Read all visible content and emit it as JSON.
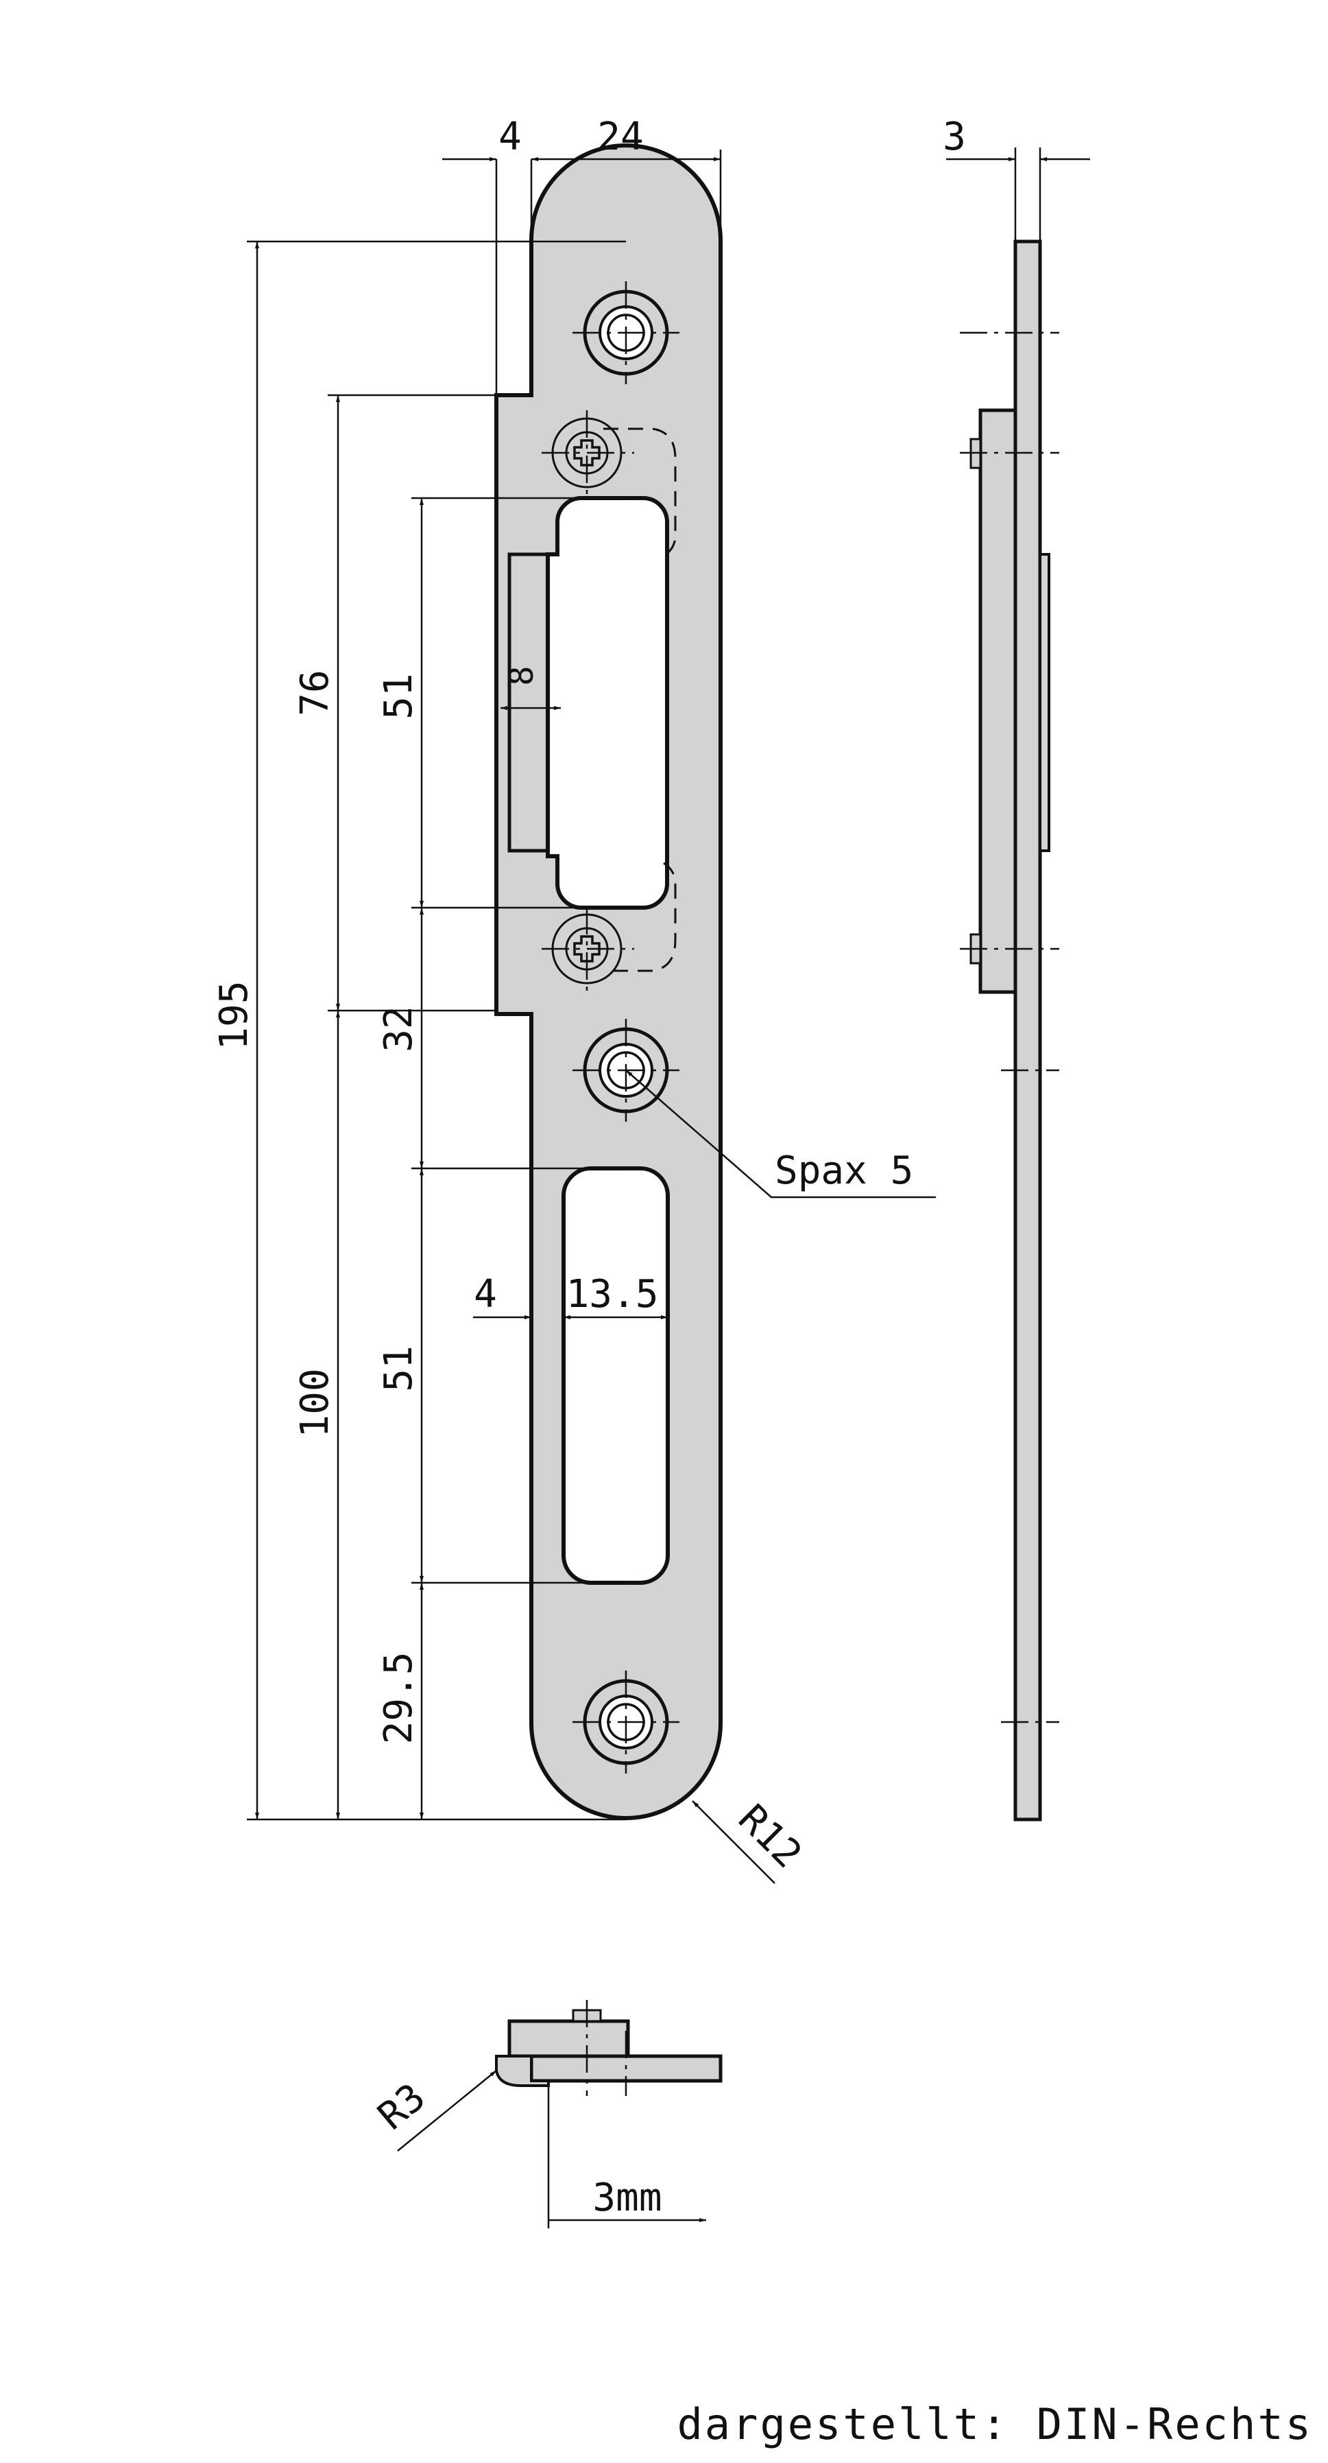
{
  "dimensions": {
    "backset_left": "4",
    "width": "24",
    "thickness": "3",
    "total_height": "195",
    "upper_section": "76",
    "lower_section": "100",
    "upper_slot_height": "51",
    "latch_width": "8",
    "mid_gap": "32",
    "lower_slot_height": "51",
    "bottom_offset": "29.5",
    "slot_offset": "4",
    "slot_width": "13.5",
    "corner_radius": "R12",
    "lip_radius": "R3",
    "lip_offset": "3mm"
  },
  "callouts": {
    "screw": "Spax 5"
  },
  "caption": "dargestellt: DIN-Rechts",
  "colors": {
    "plate": "#d3d3d3",
    "line": "#111111",
    "background": "#ffffff"
  }
}
